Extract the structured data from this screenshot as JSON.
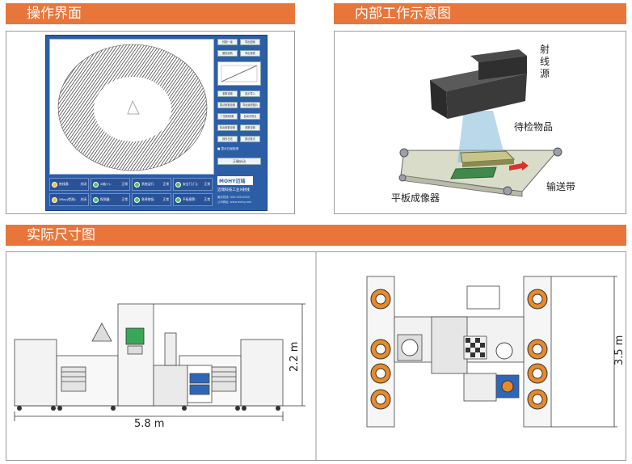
{
  "sections": {
    "operation": {
      "title": "操作界面"
    },
    "internal": {
      "title": "内部工作示意图"
    },
    "dimensions": {
      "title": "实际尺寸图"
    }
  },
  "screen": {
    "right_buttons": [
      "校图一键",
      "导出图案",
      "图档查看",
      "导出报表",
      "",
      "",
      "参数设置",
      "显示导入",
      "算法参数设置",
      "导出最终图片",
      "门控制参数",
      "自动识别点",
      "机台参数设置",
      "参数设置",
      "操作日志",
      "算法批次"
    ],
    "apply_button": "正确启动",
    "checkbox_label": "显示已经检测",
    "brand": "MOHY迈瑞",
    "brand_sub": "迈瑞科技工业X射线",
    "contact_lines": [
      "服务热线: 400-000-0000",
      "公司网址: www.mohy.com"
    ],
    "status_items": [
      {
        "label": "射线源:",
        "value": "关闭"
      },
      {
        "label": "X轴(+):",
        "value": "正常"
      },
      {
        "label": "系统运行:",
        "value": "正常"
      },
      {
        "label": "安全门(门):",
        "value": "正常"
      },
      {
        "label": "XRay(检测):",
        "value": "关闭"
      },
      {
        "label": "探测器:",
        "value": "正常"
      },
      {
        "label": "急停按钮:",
        "value": "正常"
      },
      {
        "label": "平板报警:",
        "value": "正常"
      }
    ]
  },
  "diagram": {
    "source_label": "射\n线\n源",
    "object_label": "待检物品",
    "detector_label": "平板成像器",
    "conveyor_label": "输送带"
  },
  "dims": {
    "width_label": "5.8 m",
    "height_label": "2.2 m",
    "depth_label": "3.5 m"
  },
  "colors": {
    "header": "#e8763a",
    "screen_blue": "#2c5ea8",
    "wheel_orange": "#e88a2a"
  }
}
